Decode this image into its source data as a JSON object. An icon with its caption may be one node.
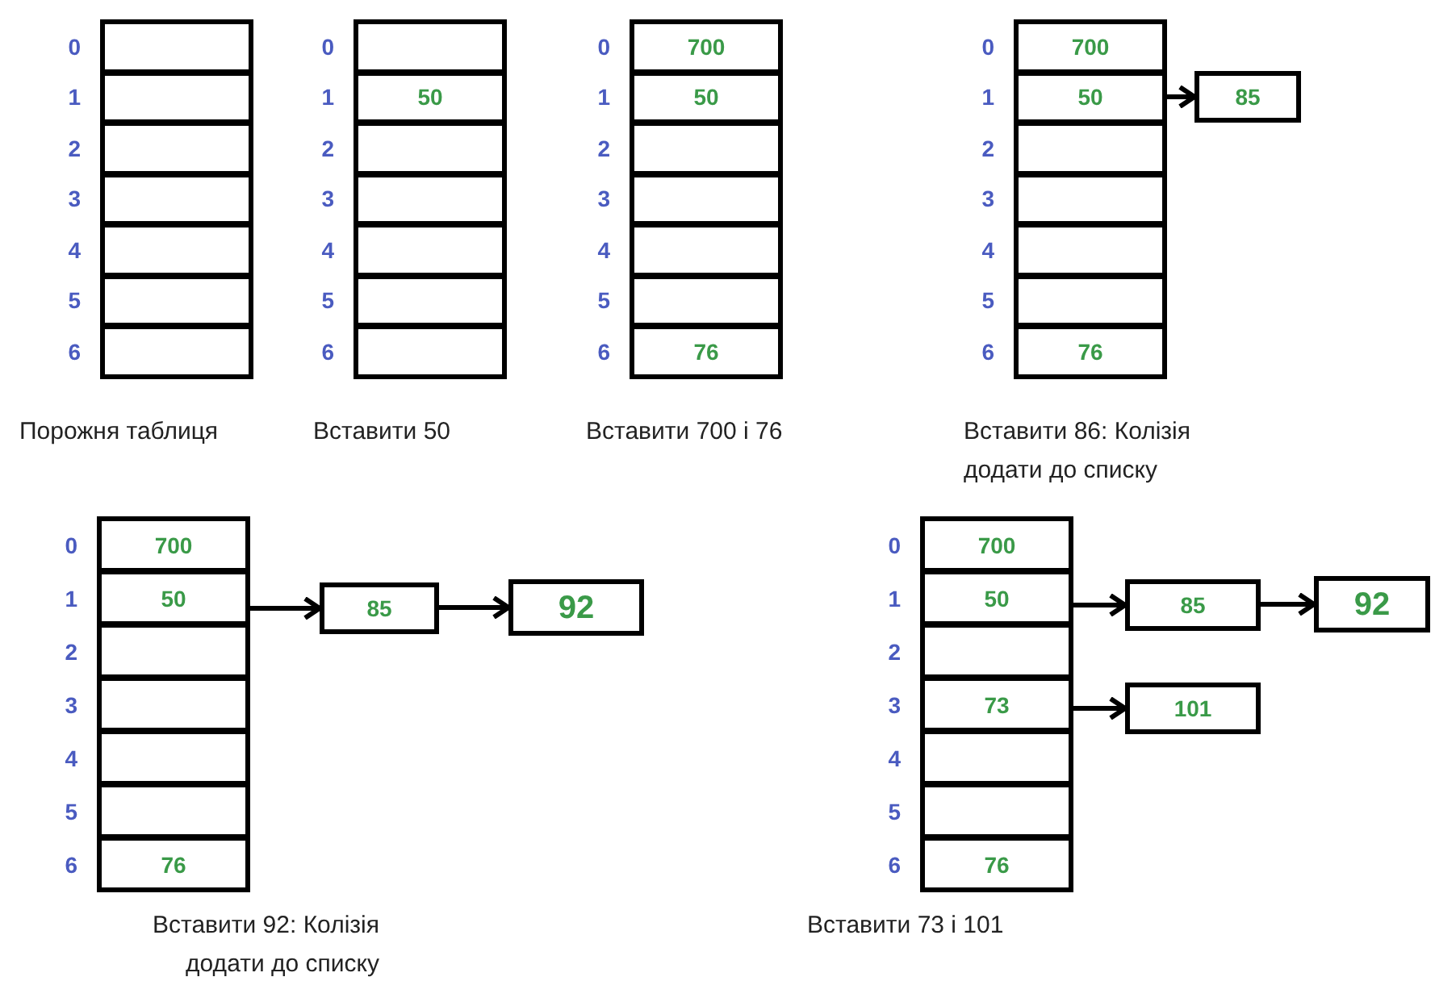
{
  "diagram": {
    "nodes": [
      {
        "text": [],
        "shape": "box",
        "beside": [
          "0"
        ]
      },
      {
        "text": [],
        "shape": "box",
        "beside": [
          "1"
        ]
      },
      {
        "text": [],
        "shape": "box",
        "beside": [
          "2"
        ]
      },
      {
        "text": [],
        "shape": "box",
        "beside": [
          "3"
        ]
      },
      {
        "text": [],
        "shape": "box",
        "beside": [
          "4"
        ]
      },
      {
        "text": [],
        "shape": "box",
        "beside": [
          "5"
        ]
      },
      {
        "text": [],
        "shape": "box",
        "beside": [
          "6"
        ]
      },
      {
        "text": [],
        "shape": "box",
        "beside": [
          "0"
        ]
      },
      {
        "text": [
          "50"
        ],
        "beside": [
          "1"
        ]
      },
      {
        "text": [],
        "shape": "box",
        "beside": [
          "2"
        ]
      },
      {
        "text": [],
        "shape": "box",
        "beside": [
          "3"
        ]
      },
      {
        "text": [],
        "shape": "box",
        "beside": [
          "4"
        ]
      },
      {
        "text": [],
        "shape": "box",
        "beside": [
          "5"
        ]
      },
      {
        "text": [],
        "shape": "box",
        "beside": [
          "6"
        ]
      },
      {
        "text": [
          "700"
        ],
        "beside": [
          "0"
        ]
      },
      {
        "text": [
          "50"
        ],
        "beside": [
          "1"
        ]
      },
      {
        "text": [],
        "shape": "box",
        "beside": [
          "2"
        ]
      },
      {
        "text": [],
        "shape": "box",
        "beside": [
          "3"
        ]
      },
      {
        "text": [],
        "shape": "box",
        "beside": [
          "4"
        ]
      },
      {
        "text": [],
        "shape": "box",
        "beside": [
          "5"
        ]
      },
      {
        "text": [
          "76"
        ],
        "beside": [
          "6"
        ]
      },
      {
        "text": [
          "700"
        ],
        "beside": [
          "0"
        ]
      },
      {
        "text": [
          "50"
        ],
        "beside": [
          "1"
        ]
      },
      {
        "text": [],
        "shape": "box",
        "beside": [
          "2"
        ]
      },
      {
        "text": [],
        "shape": "box",
        "beside": [
          "3"
        ]
      },
      {
        "text": [],
        "shape": "box",
        "beside": [
          "4"
        ]
      },
      {
        "text": [],
        "shape": "box",
        "beside": [
          "5"
        ]
      },
      {
        "text": [
          "76"
        ],
        "beside": [
          "6"
        ]
      },
      {
        "text": [
          "85"
        ]
      },
      {
        "text": [
          "700"
        ],
        "beside": [
          "0"
        ]
      },
      {
        "text": [
          "50"
        ],
        "beside": [
          "1"
        ]
      },
      {
        "text": [],
        "shape": "box",
        "beside": [
          "2"
        ]
      },
      {
        "text": [],
        "shape": "box",
        "beside": [
          "3"
        ]
      },
      {
        "text": [],
        "shape": "box",
        "beside": [
          "4"
        ]
      },
      {
        "text": [],
        "shape": "box",
        "beside": [
          "5"
        ]
      },
      {
        "text": [
          "76"
        ],
        "beside": [
          "6"
        ]
      },
      {
        "text": [
          "85"
        ]
      },
      {
        "text": [
          "92"
        ]
      },
      {
        "text": [
          "700"
        ],
        "beside": [
          "0"
        ]
      },
      {
        "text": [
          "50"
        ],
        "beside": [
          "1"
        ]
      },
      {
        "text": [],
        "shape": "box",
        "beside": [
          "2"
        ]
      },
      {
        "text": [
          "73"
        ],
        "beside": [
          "3"
        ]
      },
      {
        "text": [],
        "shape": "box",
        "beside": [
          "4"
        ]
      },
      {
        "text": [],
        "shape": "box",
        "beside": [
          "5"
        ]
      },
      {
        "text": [
          "76"
        ],
        "beside": [
          "6"
        ]
      },
      {
        "text": [
          "85"
        ]
      },
      {
        "text": [
          "92"
        ]
      },
      {
        "text": [
          "101"
        ]
      }
    ],
    "edges": [
      {
        "from": 22,
        "to": 28,
        "arrow": "to"
      },
      {
        "from": 30,
        "to": 36,
        "arrow": "to"
      },
      {
        "from": 36,
        "to": 37,
        "arrow": "to"
      },
      {
        "from": 39,
        "to": 45,
        "arrow": "to"
      },
      {
        "from": 45,
        "to": 46,
        "arrow": "to"
      },
      {
        "from": 41,
        "to": 47,
        "arrow": "to"
      }
    ],
    "labels": [
      "Порожня таблиця",
      "Вставити 50",
      "Вставити 700 і 76",
      "Вставити 86: Колізія додати до списку",
      "Вставити 92: Колізія додати до списку",
      "Вставити 73 і 101"
    ]
  }
}
